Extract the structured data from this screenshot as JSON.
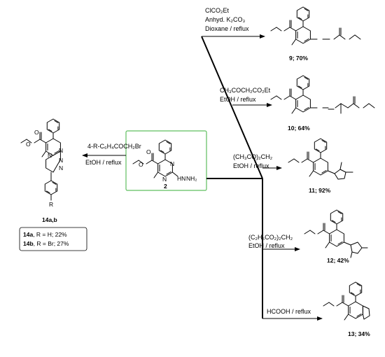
{
  "start": {
    "id": "2",
    "nh_label": "HN",
    "nh2_label": "NH₂",
    "n_label": "N",
    "o_label": "O"
  },
  "left": {
    "reagent": "4-R-C₆H₄COCH₂Br",
    "conditions": "EtOH / reflux",
    "product_id": "14a,b",
    "r_label": "R",
    "note": [
      {
        "id": "14a",
        "text": ", R = H; 22%"
      },
      {
        "id": "14b",
        "text": ", R = Br; 27%"
      }
    ]
  },
  "branches": [
    {
      "reagent": "ClCO₂Et",
      "extra": "Anhyd. K₂CO₃",
      "conditions": "Dioxane / reflux",
      "product": "9; 70%"
    },
    {
      "reagent": "CH₃COCH₂CO₂Et",
      "extra": "",
      "conditions": "EtOH / reflux",
      "product": "10; 64%"
    },
    {
      "reagent": "(CH₃CO)₂CH₂",
      "extra": "",
      "conditions": "EtOH / reflux",
      "product": "11; 92%"
    },
    {
      "reagent": "(C₂H₅CO₂)₂CH₂",
      "extra": "",
      "conditions": "EtOH / reflux",
      "product": "12; 42%"
    },
    {
      "reagent": "HCOOH / reflux",
      "extra": "",
      "conditions": "",
      "product": "13; 34%"
    }
  ]
}
